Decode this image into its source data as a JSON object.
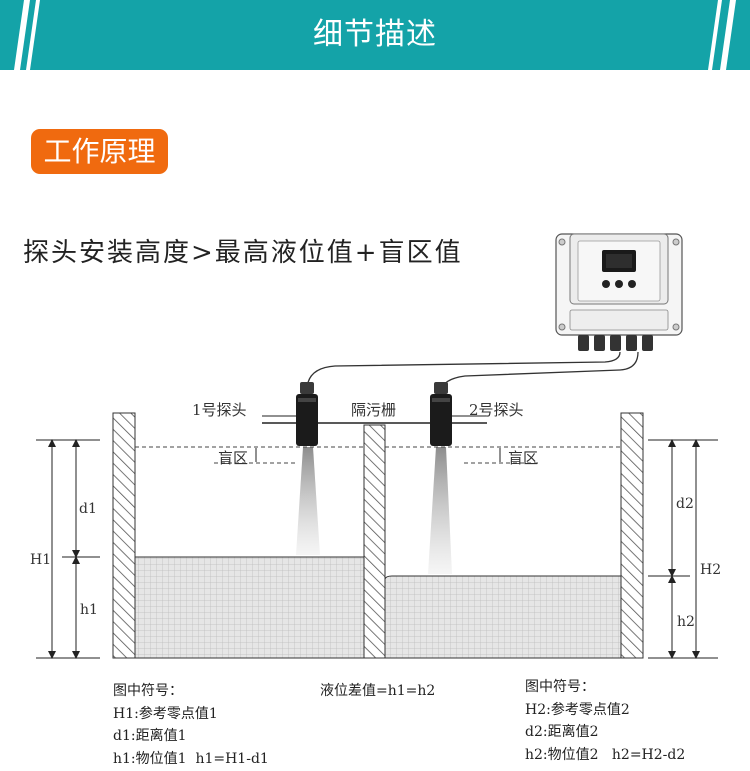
{
  "banner": {
    "title": "细节描述",
    "color": "#14a3a8"
  },
  "section_badge": {
    "label": "工作原理",
    "color": "#f06a0f"
  },
  "headline": "探头安装高度>最高液位值+盲区值",
  "diagram": {
    "probe1_label": "1号探头",
    "probe2_label": "2号探头",
    "baffle_label": "隔污栅",
    "blind_zone_left": "盲区",
    "blind_zone_right": "盲区",
    "left_labels": {
      "H": "H1",
      "d": "d1",
      "h": "h1"
    },
    "right_labels": {
      "H": "H2",
      "d": "d2",
      "h": "h2"
    }
  },
  "legend_left": {
    "title": "图中符号：",
    "lines": [
      "H1:参考零点值1",
      "d1:距离值1",
      "h1:物位值1  h1=H1-d1"
    ]
  },
  "legend_middle": "液位差值=h1=h2",
  "legend_right": {
    "title": "图中符号：",
    "lines": [
      "H2:参考零点值2",
      "d2:距离值2",
      "h2:物位值2   h2=H2-d2"
    ]
  }
}
